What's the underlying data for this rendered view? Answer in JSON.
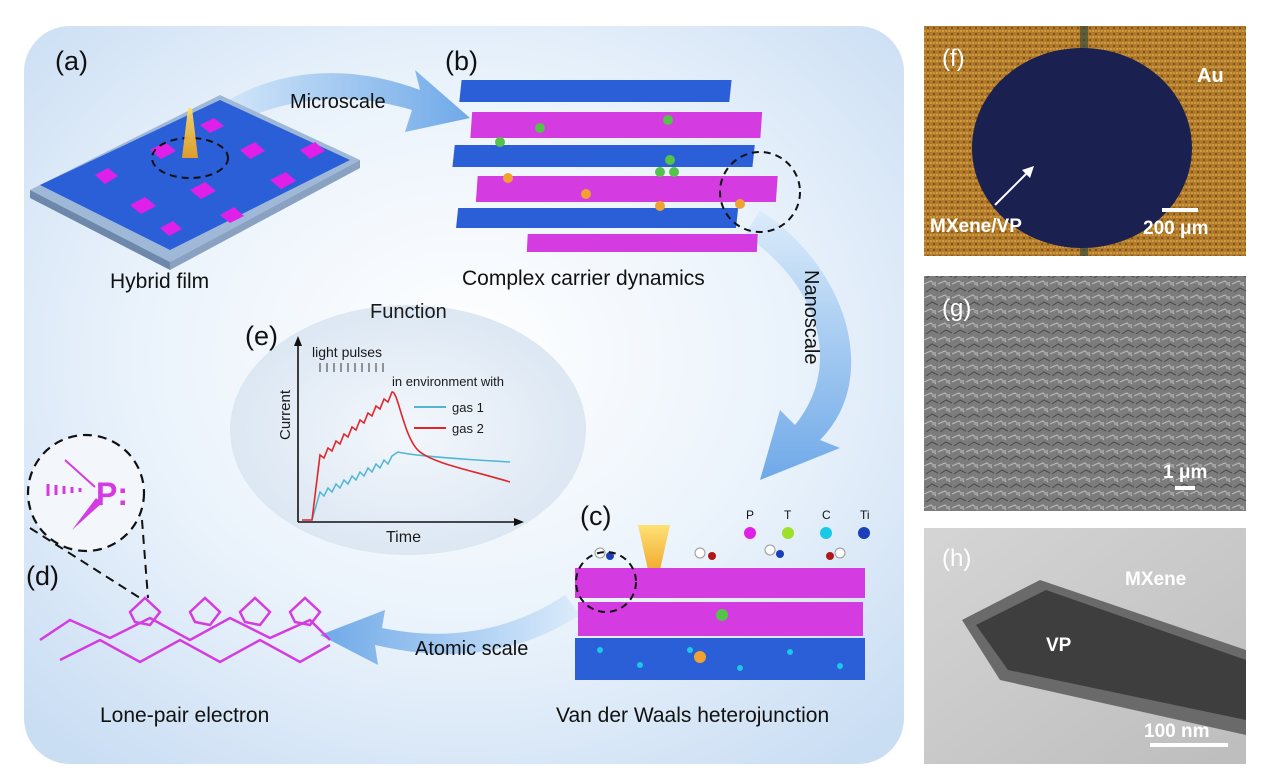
{
  "panels": {
    "a": {
      "label": "(a)",
      "caption": "Hybrid film"
    },
    "b": {
      "label": "(b)",
      "caption": "Complex carrier dynamics"
    },
    "c": {
      "label": "(c)",
      "caption": "Van der Waals heterojunction",
      "legend": [
        {
          "symbol": "P",
          "color": "#e020e8"
        },
        {
          "symbol": "T",
          "color": "#9be02a"
        },
        {
          "symbol": "C",
          "color": "#19c9e6"
        },
        {
          "symbol": "Ti",
          "color": "#1a3fb8"
        }
      ]
    },
    "d": {
      "label": "(d)",
      "caption": "Lone-pair electron",
      "inset_text": "P:"
    },
    "e": {
      "label": "(e)",
      "title": "Function",
      "pulses_label": "light pulses",
      "env_label": "in environment with",
      "xlabel": "Time",
      "ylabel": "Current",
      "series": [
        {
          "name": "gas 1",
          "color": "#4fb6d6"
        },
        {
          "name": "gas 2",
          "color": "#e0262a"
        }
      ]
    },
    "f": {
      "label": "(f)",
      "tag_tr": "Au",
      "annotation": "MXene/VP",
      "scale": "200 μm"
    },
    "g": {
      "label": "(g)",
      "scale": "1 μm"
    },
    "h": {
      "label": "(h)",
      "tag_1": "MXene",
      "tag_2": "VP",
      "scale": "100 nm"
    }
  },
  "flow_arrows": {
    "a_to_b": "Microscale",
    "b_to_c": "Nanoscale",
    "c_to_d": "Atomic scale"
  },
  "colors": {
    "phosphorus": "#e020e8",
    "mxene": "#2a5fd8",
    "panel_bg": "#dceaf8",
    "arrow": "#8fc0ef"
  }
}
